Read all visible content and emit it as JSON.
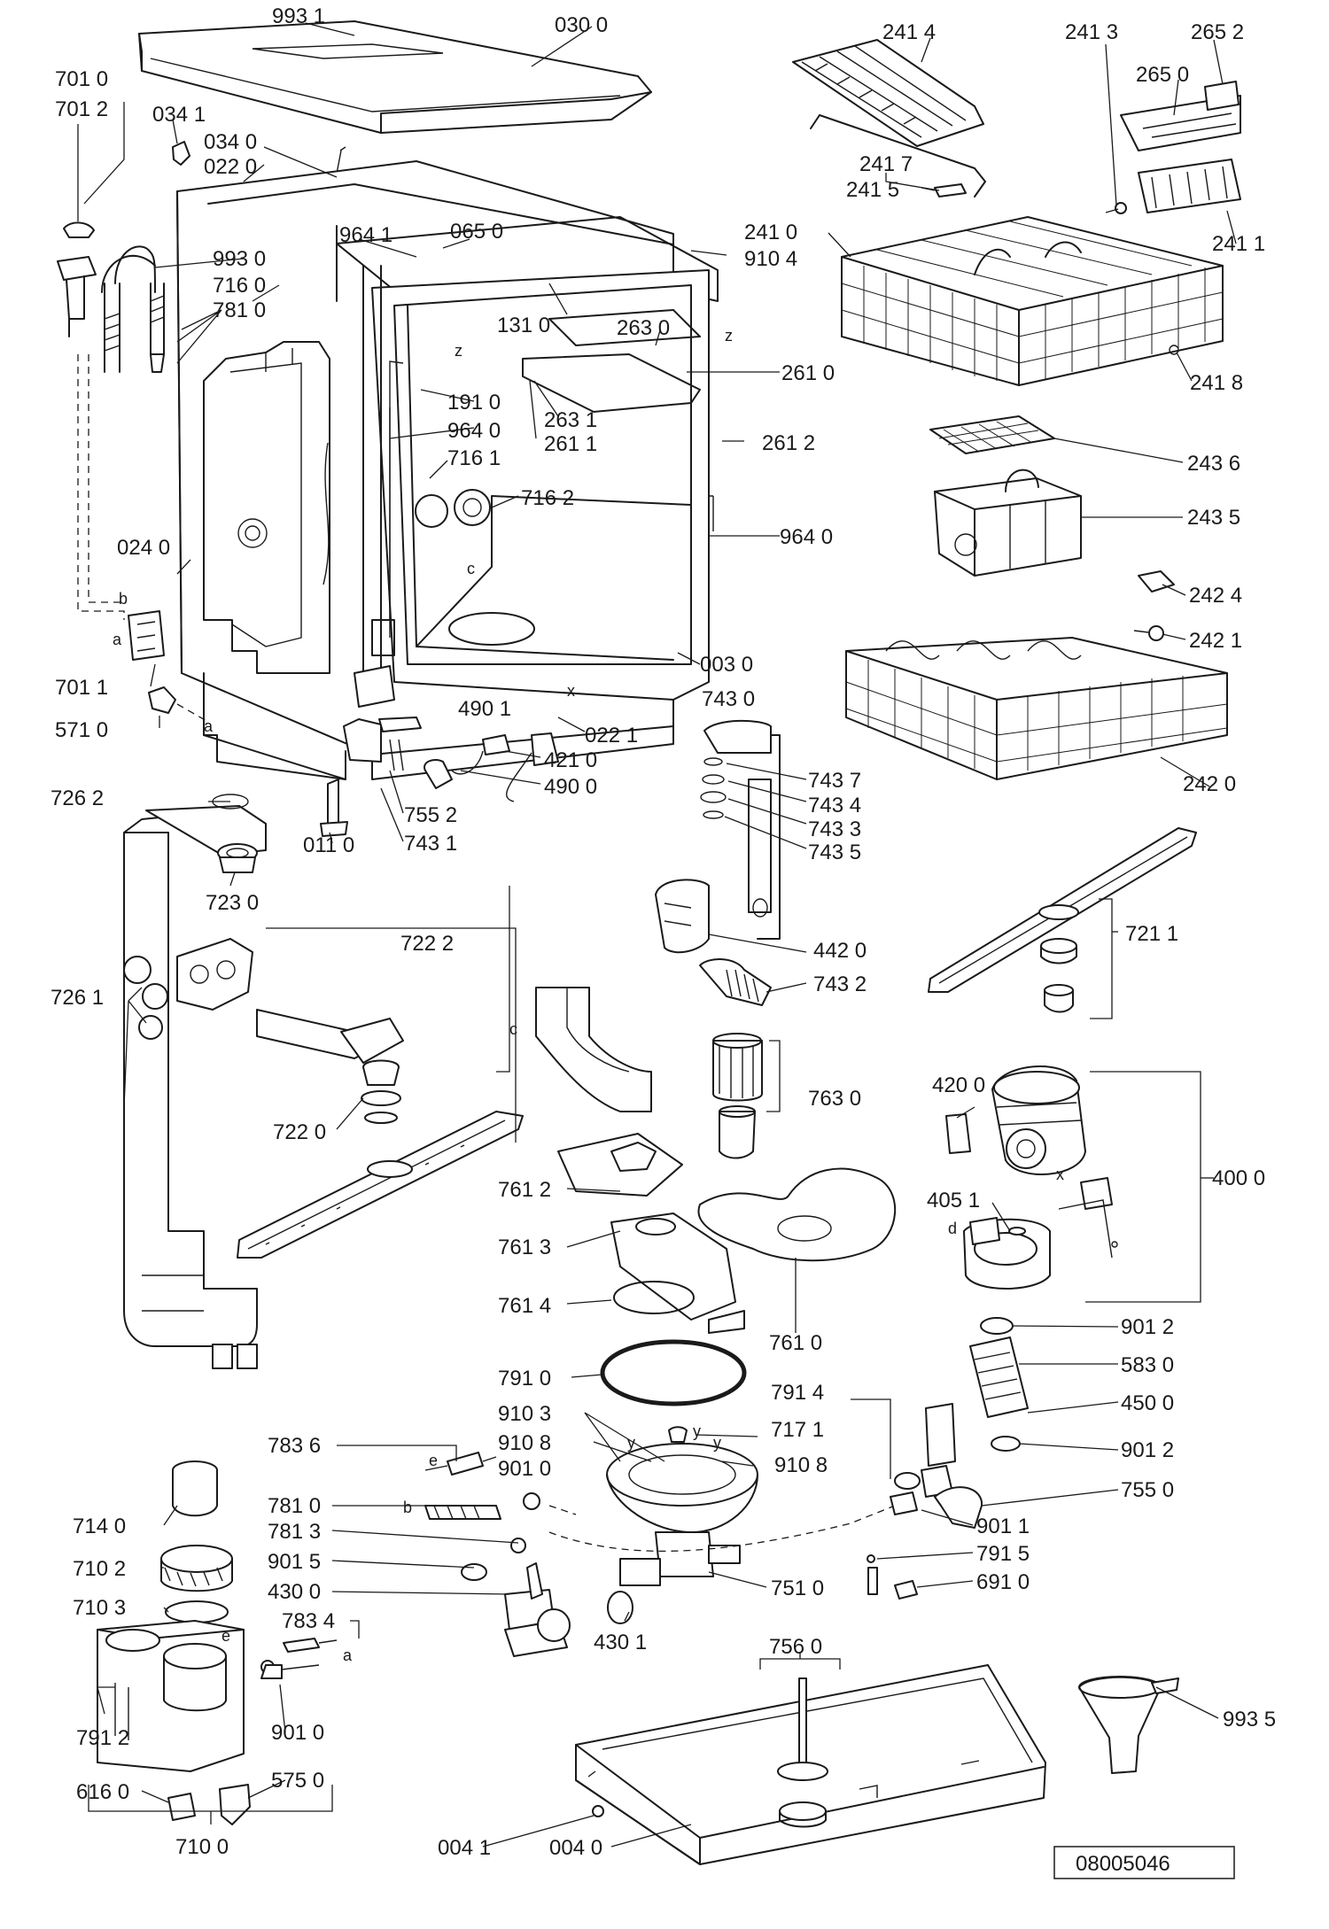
{
  "diagram": {
    "document_number": "08005046",
    "labels": {
      "l9931": "993 1",
      "l0300": "030 0",
      "l7010": "701 0",
      "l7012": "701 2",
      "l0341": "034 1",
      "l0340": "034 0",
      "l0220": "022 0",
      "l9641a": "964 1",
      "l0650": "065 0",
      "l9930": "993 0",
      "l7160": "716 0",
      "l7810": "781 0",
      "l1310": "131 0",
      "l2630": "263 0",
      "l2610": "261 0",
      "l1910": "191 0",
      "l9640a": "964 0",
      "l2631": "263 1",
      "l2611": "261 1",
      "l2612": "261 2",
      "l7161": "716 1",
      "l7162": "716 2",
      "l9640b": "964 0",
      "l0240": "024 0",
      "l7011": "701 1",
      "l5710": "571 0",
      "l0030": "003 0",
      "l0221": "022 1",
      "l4901": "490 1",
      "l4210": "421 0",
      "l4900": "490 0",
      "l7552": "755 2",
      "l0110": "011 0",
      "l7431": "743 1",
      "l7430": "743 0",
      "l7437": "743 7",
      "l7434": "743 4",
      "l7433": "743 3",
      "l7435": "743 5",
      "l4420": "442 0",
      "l7432": "743 2",
      "l7262": "726 2",
      "l7230": "723 0",
      "l7222": "722 2",
      "l7261": "726 1",
      "l7220": "722 0",
      "l7630": "763 0",
      "l7612": "761 2",
      "l7613": "761 3",
      "l7614": "761 4",
      "l7610": "761 0",
      "l7910": "791 0",
      "l9103": "910 3",
      "l9108a": "910 8",
      "l9108b": "910 8",
      "l7171": "717 1",
      "l7914": "791 4",
      "l7836": "783 6",
      "l9010": "901 0",
      "l7810b": "781 0",
      "l7813": "781 3",
      "l9015": "901 5",
      "l4300": "430 0",
      "l7834": "783 4",
      "l4301": "430 1",
      "l7510": "751 0",
      "l7140": "714 0",
      "l7102": "710 2",
      "l7103": "710 3",
      "l7912": "791 2",
      "l6160": "616 0",
      "l5750": "575 0",
      "l9010b": "901 0",
      "l7100": "710 0",
      "l7560": "756 0",
      "l0041": "004 1",
      "l0040": "004 0",
      "l9935": "993 5",
      "l2414": "241 4",
      "l2413": "241 3",
      "l2652": "265 2",
      "l2650": "265 0",
      "l2417": "241 7",
      "l2415": "241 5",
      "l2410": "241 0",
      "l9104": "910 4",
      "l2411": "241 1",
      "l2418": "241 8",
      "l2436": "243 6",
      "l2435": "243 5",
      "l2424": "242 4",
      "l2421": "242 1",
      "l2420": "242 0",
      "l7211": "721 1",
      "l4200": "420 0",
      "l4000": "400 0",
      "l4051": "405 1",
      "l9012a": "901 2",
      "l5830": "583 0",
      "l4500": "450 0",
      "l9012b": "901 2",
      "l7550": "755 0",
      "l9011": "901 1",
      "l7915": "791 5",
      "l6910": "691 0"
    },
    "letters": {
      "b1": "b",
      "a1": "a",
      "a2": "a",
      "c1": "c",
      "z1": "z",
      "z2": "z",
      "x1": "x",
      "x2": "x",
      "d1": "d",
      "e1": "e",
      "e2": "e",
      "b2": "b",
      "a3": "a",
      "c2": "c",
      "y1": "y",
      "y2": "y",
      "y3": "y"
    }
  }
}
